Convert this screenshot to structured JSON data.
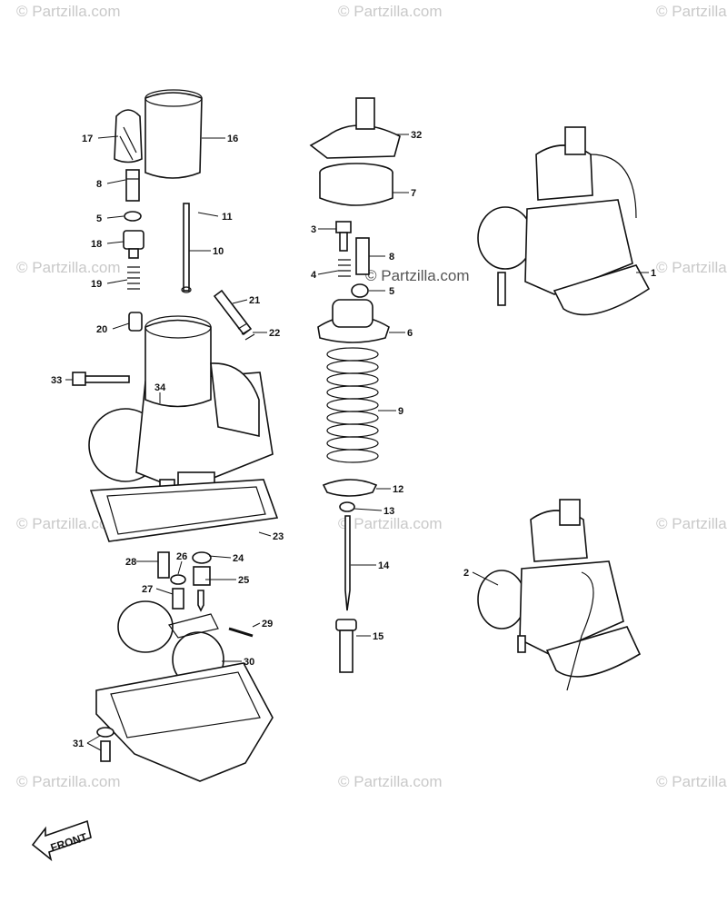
{
  "watermark": {
    "text": "© Partzilla.com",
    "center_text": "© Partzilla.com"
  },
  "callouts": {
    "c1": "1",
    "c2": "2",
    "c3": "3",
    "c4": "4",
    "c5a": "5",
    "c5b": "5",
    "c6": "6",
    "c7": "7",
    "c8a": "8",
    "c8b": "8",
    "c9": "9",
    "c10": "10",
    "c11": "11",
    "c12": "12",
    "c13": "13",
    "c14": "14",
    "c15": "15",
    "c16": "16",
    "c17": "17",
    "c18": "18",
    "c19": "19",
    "c20": "20",
    "c21": "21",
    "c22": "22",
    "c23": "23",
    "c24": "24",
    "c25": "25",
    "c26": "26",
    "c27": "27",
    "c28": "28",
    "c29": "29",
    "c30": "30",
    "c31": "31",
    "c32": "32",
    "c33": "33",
    "c34": "34"
  },
  "front_label": "FRONT"
}
